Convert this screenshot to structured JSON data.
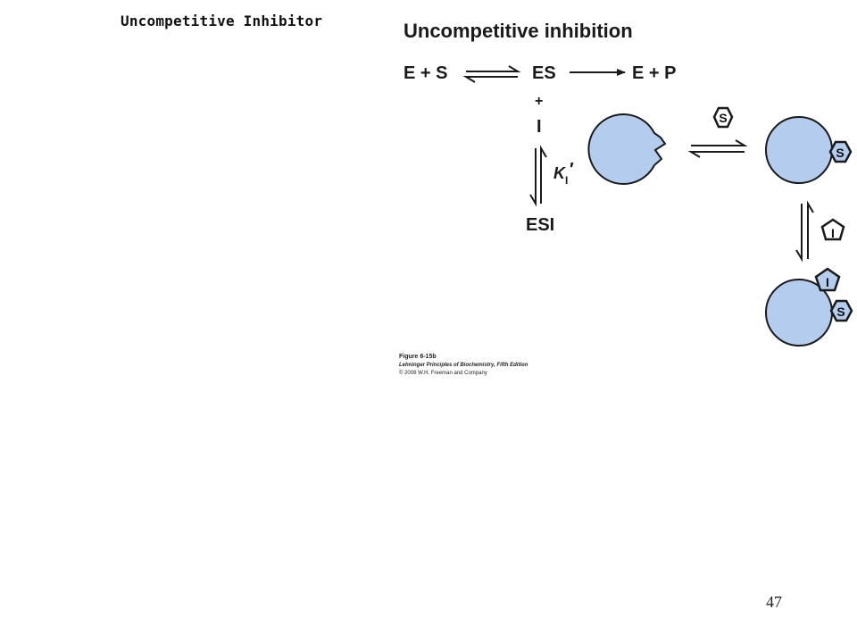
{
  "slide": {
    "title": "Uncompetitive Inhibitor",
    "page_number": "47"
  },
  "figure": {
    "heading": "Uncompetitive inhibition",
    "reaction": {
      "left": "E + S",
      "middle": "ES",
      "right": "E + P",
      "plus": "+",
      "inhibitor": "I",
      "constant_symbol": "K",
      "constant_subscript": "I",
      "constant_prime": "′",
      "complex": "ESI"
    },
    "cartoon": {
      "substrate_label": "S",
      "inhibitor_label": "I",
      "enzyme_color": "#b4cdef",
      "outline_color": "#1a1a1a"
    },
    "caption": {
      "figure_id": "Figure 6-15b",
      "book": "Lehninger Principles of Biochemistry, Fifth Edition",
      "copyright": "© 2008 W.H. Freeman and Company"
    }
  }
}
